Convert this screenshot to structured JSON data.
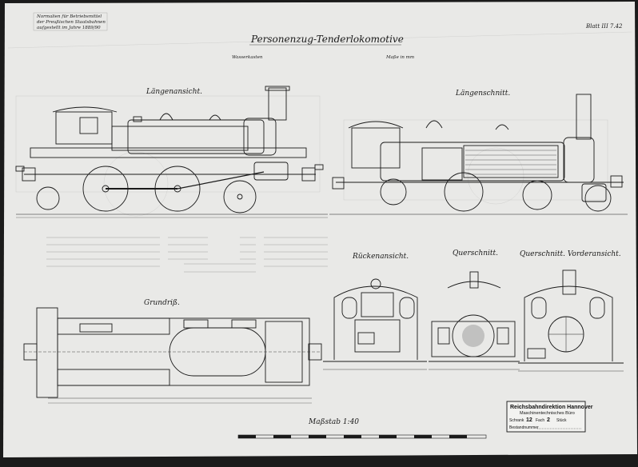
{
  "header_note": [
    "Normalien für Betriebsmittel",
    "der Preußischen Staatsbahnen",
    "aufgestellt im Jahre 1889/90"
  ],
  "sheet_number": "Blatt III 7.42",
  "title": "Personenzug-Tenderlokomotive",
  "subtitles": {
    "left": "Wasserkasten",
    "right": "Maße in mm"
  },
  "view_labels": {
    "side_elevation": "Längenansicht.",
    "longitudinal_section": "Längenschnitt.",
    "plan": "Grundriß.",
    "rear_view": "Rückenansicht.",
    "cross_section": "Querschnitt.",
    "cross_section_front": "Querschnitt. Vorderansicht."
  },
  "scale_label": "Maßstab 1:40",
  "stamp": {
    "office": "Reichsbahndirektion Hannover",
    "department": "Maschinentechnisches Büro",
    "fields": [
      "Schrank",
      "Fach",
      "Stück"
    ],
    "field_values": [
      "12",
      "2"
    ],
    "footer": "Bestandnummer"
  },
  "colors": {
    "paper": "#e9e9e7",
    "ink": "#1a1a1a",
    "border": "#1b1b1b"
  }
}
